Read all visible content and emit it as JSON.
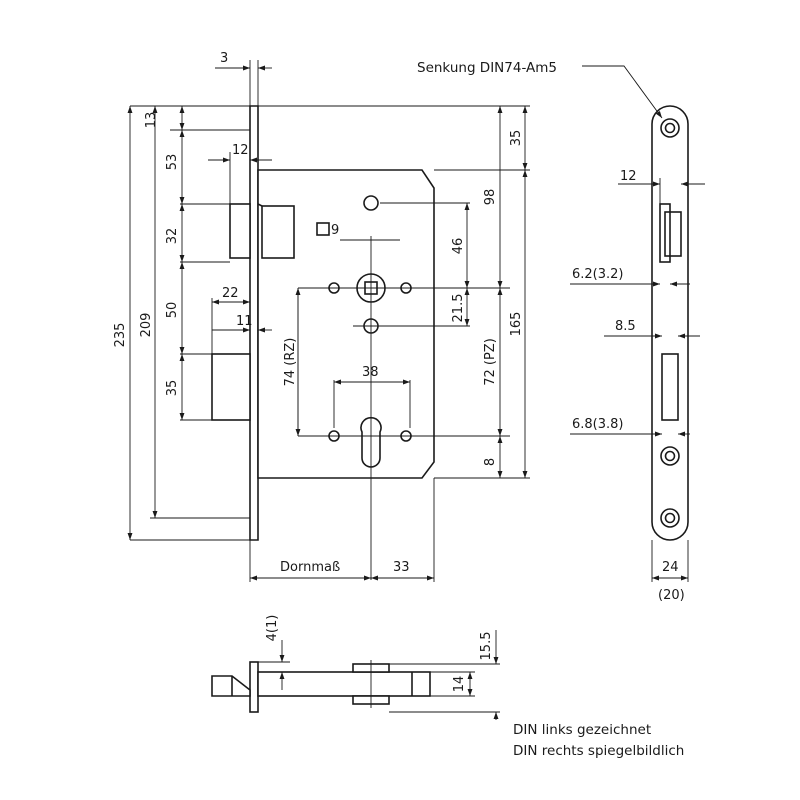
{
  "dims": {
    "d3": "3",
    "d13": "13",
    "d53": "53",
    "d12": "12",
    "d32": "32",
    "d50": "50",
    "d22": "22",
    "d11": "11",
    "d35": "35",
    "d209": "209",
    "d235": "235",
    "d9": "9",
    "d98": "98",
    "d46": "46",
    "d21_5": "21.5",
    "d74rz": "74 (RZ)",
    "d38": "38",
    "d72pz": "72 (PZ)",
    "d165": "165",
    "d35r": "35",
    "d8": "8",
    "dornmass": "Dornmaß",
    "d33": "33",
    "d12s": "12",
    "d6_2": "6.2(3.2)",
    "d8_5": "8.5",
    "d6_8": "6.8(3.8)",
    "d24": "24",
    "d20": "(20)",
    "d4_1": "4(1)",
    "d15_5": "15.5",
    "d14": "14"
  },
  "labels": {
    "senkung": "Senkung DIN74-Am5",
    "note1": "DIN links gezeichnet",
    "note2": "DIN rechts spiegelbildlich"
  }
}
